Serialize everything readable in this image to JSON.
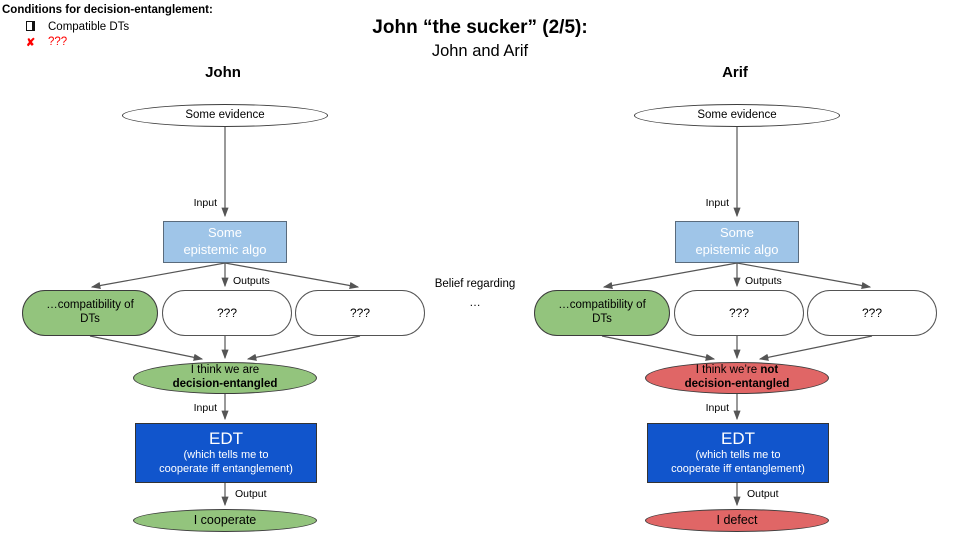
{
  "legend": {
    "title": "Conditions for decision-entanglement:",
    "items": [
      {
        "icon": "checkbox-icon",
        "label": "Compatible DTs"
      },
      {
        "icon": "cross-icon",
        "label": "???"
      }
    ]
  },
  "title": {
    "line1": "John “the sucker” (2/5):",
    "line2": "John and Arif"
  },
  "middle_note": {
    "line1": "Belief regarding",
    "line2": "…"
  },
  "edge_labels": {
    "input": "Input",
    "outputs": "Outputs",
    "output": "Output"
  },
  "colors": {
    "node_green": "#93c47d",
    "node_red": "#e06666",
    "algo_blue": "#9fc5e8",
    "edt_blue": "#1155cc",
    "legend_cross_red": "#ff0000",
    "arrow_gray": "#555555"
  },
  "john": {
    "header": "John",
    "evidence": "Some evidence",
    "algo_line1": "Some",
    "algo_line2": "epistemic algo",
    "out1_line1": "…compatibility of",
    "out1_line2": "DTs",
    "out2": "???",
    "out3": "???",
    "belief_line1_regular": "I think we are",
    "belief_line1_bold": "",
    "belief_line2": "decision-entangled",
    "edt_title": "EDT",
    "edt_sub1": "(which tells me to",
    "edt_sub2": "cooperate iff entanglement)",
    "result": "I cooperate"
  },
  "arif": {
    "header": "Arif",
    "evidence": "Some evidence",
    "algo_line1": "Some",
    "algo_line2": "epistemic algo",
    "out1_line1": "…compatibility of",
    "out1_line2": "DTs",
    "out2": "???",
    "out3": "???",
    "belief_line1_regular": "I think we’re ",
    "belief_line1_bold": "not",
    "belief_line2": "decision-entangled",
    "edt_title": "EDT",
    "edt_sub1": "(which tells me to",
    "edt_sub2": "cooperate iff entanglement)",
    "result": "I defect"
  }
}
